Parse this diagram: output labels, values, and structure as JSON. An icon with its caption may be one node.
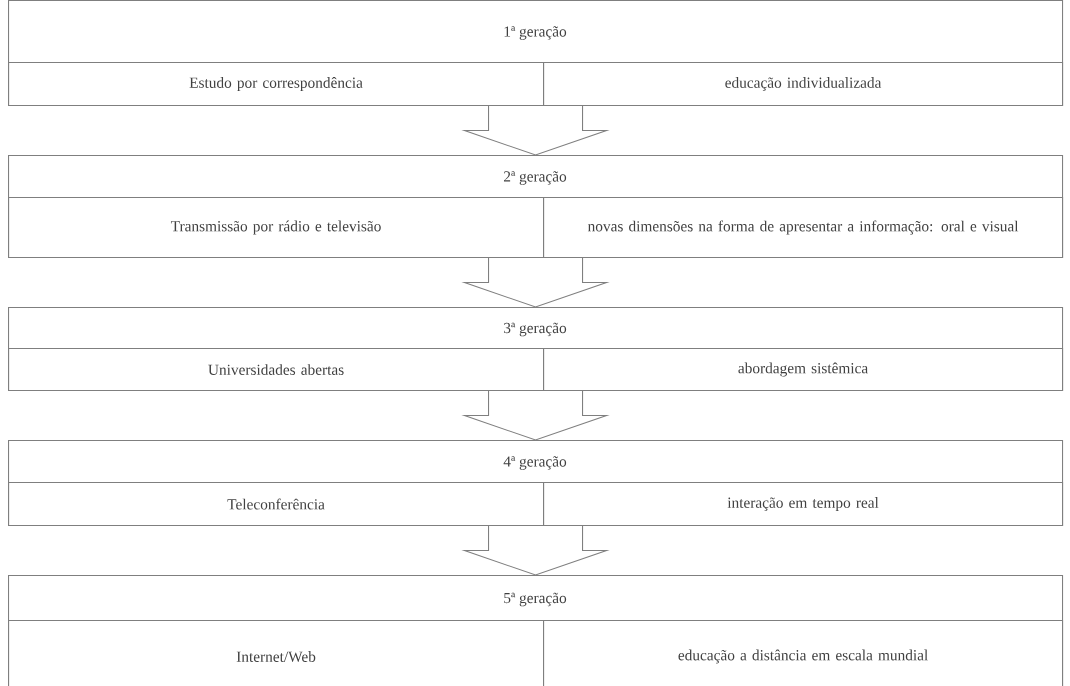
{
  "diagram": {
    "nodes": [
      {
        "text": [
          "1ª geração"
        ]
      },
      {
        "text": [
          "Estudo por correspondência"
        ],
        "in": 0
      },
      {
        "text": [
          "educação individualizada"
        ],
        "in": 0
      },
      {
        "text": [
          "2ª geração"
        ]
      },
      {
        "text": [
          "Transmissão por rádio e televisão"
        ],
        "in": 3
      },
      {
        "text": [
          "novas dimensões na forma de apresentar a informação: oral e visual"
        ],
        "in": 3
      },
      {
        "text": [
          "3ª geração"
        ]
      },
      {
        "text": [
          "Universidades abertas"
        ],
        "in": 6
      },
      {
        "text": [
          "abordagem sistêmica"
        ],
        "in": 6
      },
      {
        "text": [
          "4ª geração"
        ]
      },
      {
        "text": [
          "Teleconferência"
        ],
        "in": 9
      },
      {
        "text": [
          "interação em tempo real"
        ],
        "in": 9
      },
      {
        "text": [
          "5ª geração"
        ]
      },
      {
        "text": [
          "Internet/Web"
        ],
        "in": 12
      },
      {
        "text": [
          "educação a distância em escala mundial"
        ],
        "in": 12
      }
    ],
    "edges": [
      {
        "from": 0,
        "to": 3,
        "arrow": "to"
      },
      {
        "from": 3,
        "to": 6,
        "arrow": "to"
      },
      {
        "from": 6,
        "to": 9,
        "arrow": "to"
      },
      {
        "from": 9,
        "to": 12,
        "arrow": "to"
      }
    ]
  }
}
